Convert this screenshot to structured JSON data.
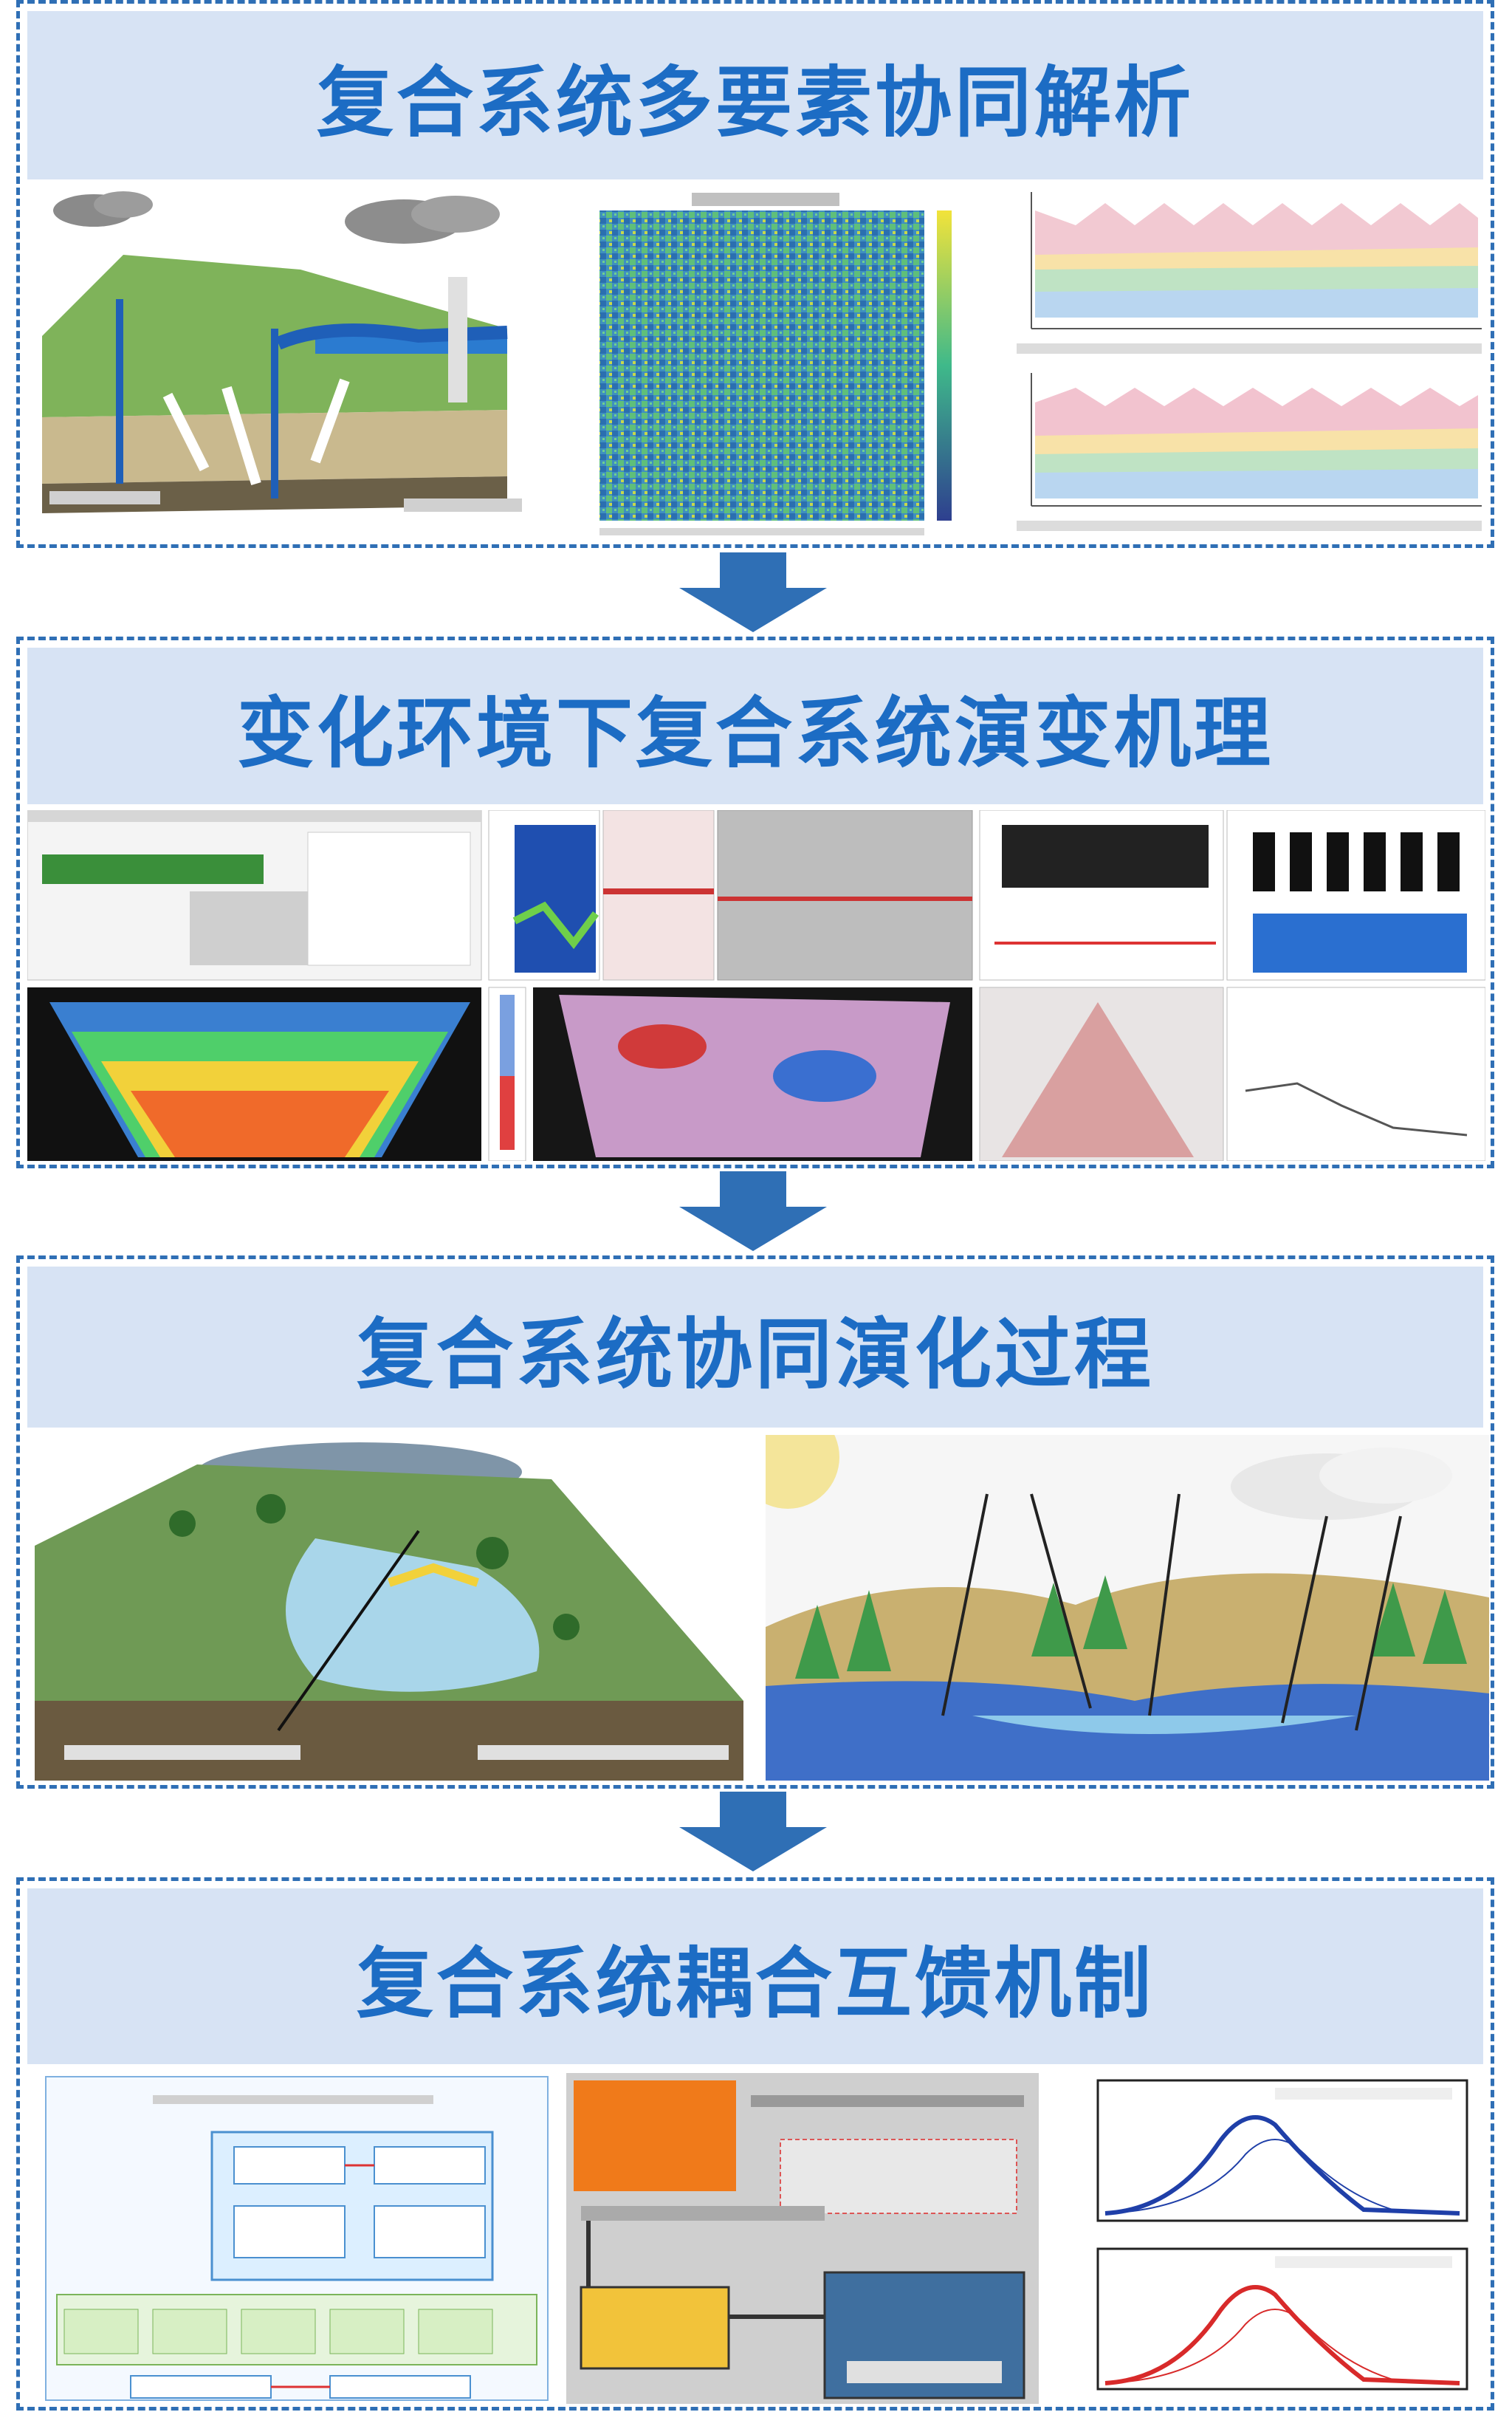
{
  "panels": [
    {
      "title": "复合系统多要素协同解析"
    },
    {
      "title": "变化环境下复合系统演变机理"
    },
    {
      "title": "复合系统协同演化过程"
    },
    {
      "title": "复合系统耦合互馈机制"
    }
  ],
  "colors": {
    "border": "#2f6fb5",
    "header_bg": "#d7e3f4",
    "title": "#1c6cc4",
    "arrow": "#2f6fb5"
  },
  "icons": [
    "down-arrow-icon",
    "cloud-icon",
    "sun-icon",
    "tree-icon"
  ]
}
